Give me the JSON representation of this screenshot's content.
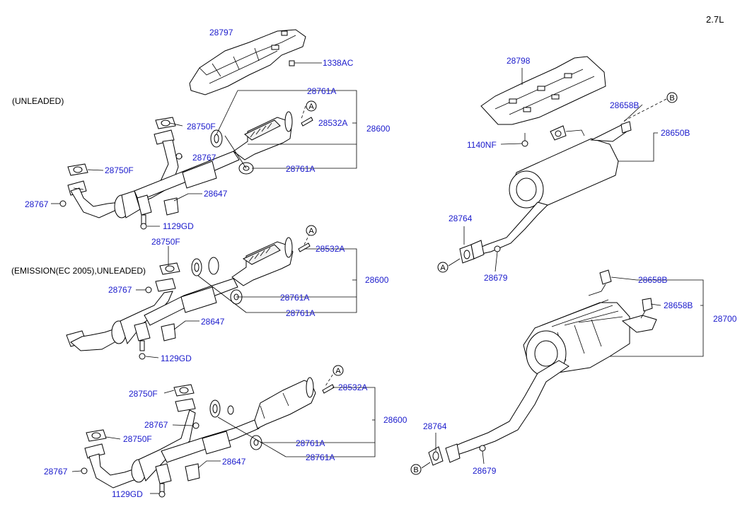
{
  "engine_label": "2.7L",
  "captions": {
    "unleaded": "(UNLEADED)",
    "emission": "(EMISSION(EC 2005),UNLEADED)"
  },
  "callouts": {
    "a": "A",
    "b": "B"
  },
  "parts": {
    "p28797": "28797",
    "p1338AC": "1338AC",
    "p28761A": "28761A",
    "p28750F": "28750F",
    "p28532A": "28532A",
    "p28600": "28600",
    "p28767": "28767",
    "p28647": "28647",
    "p1129GD": "1129GD",
    "p28798": "28798",
    "p28658B": "28658B",
    "p28650B": "28650B",
    "p1140NF": "1140NF",
    "p28764": "28764",
    "p28679": "28679",
    "p28700": "28700"
  }
}
